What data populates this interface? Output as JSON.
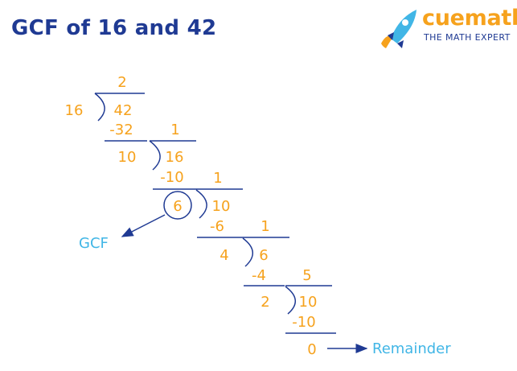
{
  "title": "GCF of 16 and 42",
  "logo": {
    "brand": "cuemath",
    "tagline": "THE MATH EXPERT",
    "icon": "rocket-icon"
  },
  "colors": {
    "title": "#1f3a93",
    "numbers": "#f6a21d",
    "labels": "#41b6e6",
    "lines": "#1f3a93"
  },
  "steps": [
    {
      "quotient": "2",
      "divisor": "16",
      "dividend": "42",
      "subtract": "-32",
      "remainder": "10"
    },
    {
      "quotient": "1",
      "divisor": "10",
      "dividend": "16",
      "subtract": "-10",
      "remainder": "6"
    },
    {
      "quotient": "1",
      "divisor": "6",
      "dividend": "10",
      "subtract": "-6",
      "remainder": "4"
    },
    {
      "quotient": "1",
      "divisor": "4",
      "dividend": "6",
      "subtract": "-4",
      "remainder": "2"
    },
    {
      "quotient": "5",
      "divisor": "2",
      "dividend": "10",
      "subtract": "-10",
      "remainder": "0"
    }
  ],
  "gcf_label": "GCF",
  "remainder_label": "Remainder"
}
